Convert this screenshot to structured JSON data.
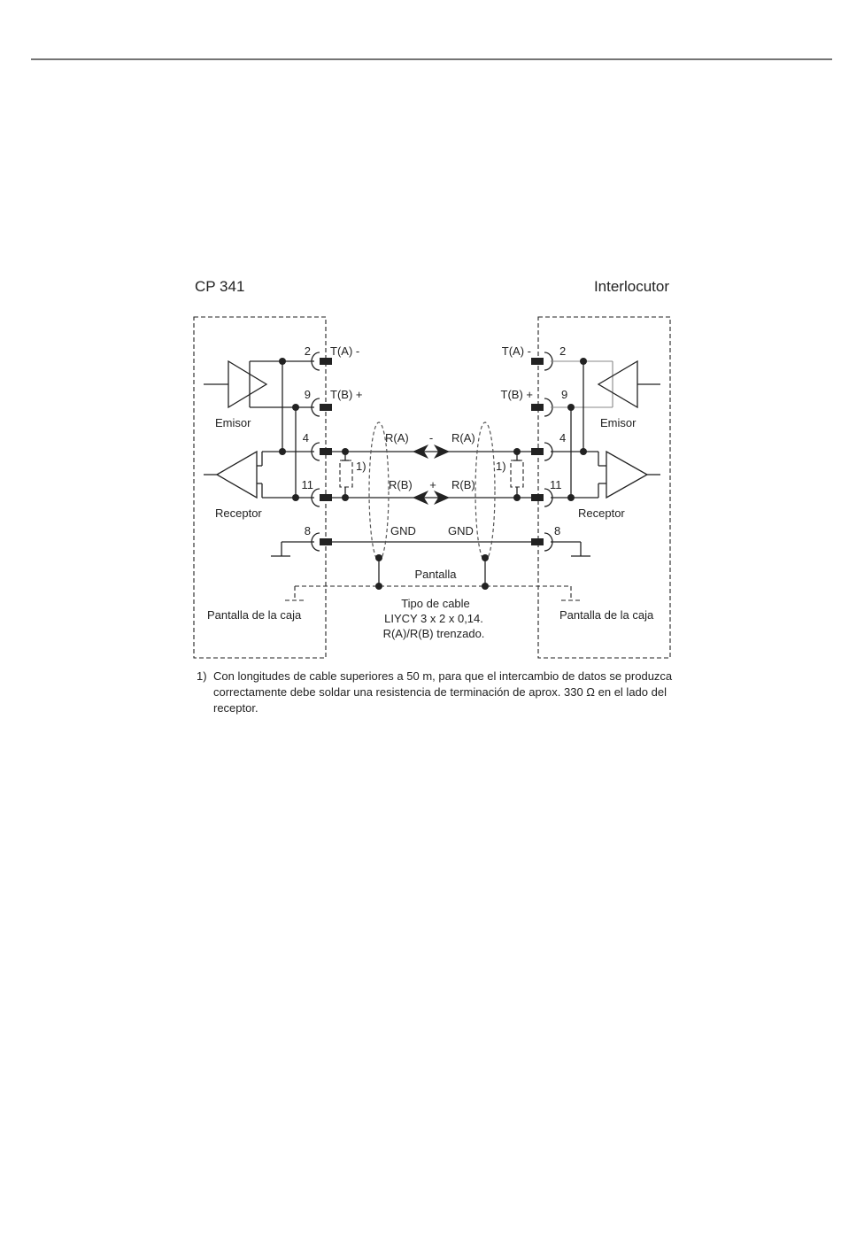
{
  "labels": {
    "left_device": "CP 341",
    "right_device": "Interlocutor",
    "left_pins": {
      "p2": "2",
      "p9": "9",
      "p4": "4",
      "p11": "11",
      "p8": "8"
    },
    "right_pins": {
      "p2": "2",
      "p9": "9",
      "p4": "4",
      "p11": "11",
      "p8": "8"
    },
    "left_signals": {
      "ta": "T(A) -",
      "tb": "T(B) +",
      "ra": "R(A)",
      "rb": "R(B)",
      "gnd": "GND"
    },
    "right_signals": {
      "ta": "T(A) -",
      "tb": "T(B) +",
      "ra": "R(A)",
      "rb": "R(B)",
      "gnd": "GND"
    },
    "minus": "-",
    "plus": "+",
    "left_sender": "Emisor",
    "right_sender": "Emisor",
    "left_receiver": "Receptor",
    "right_receiver": "Receptor",
    "resistor_ref_left": "1)",
    "resistor_ref_right": "1)",
    "shield": "Pantalla",
    "left_housing": "Pantalla de la caja",
    "right_housing": "Pantalla de la caja",
    "cable_line1": "Tipo de cable",
    "cable_line2": "LIYCY 3 x 2 x 0,14.",
    "cable_line3": "R(A)/R(B) trenzado."
  },
  "footnote": {
    "number": "1)",
    "text": "Con longitudes de cable superiores a 50 m, para que el intercambio de datos se produzca correctamente debe soldar una resistencia de terminación de aprox. 330 Ω en el lado del receptor."
  }
}
